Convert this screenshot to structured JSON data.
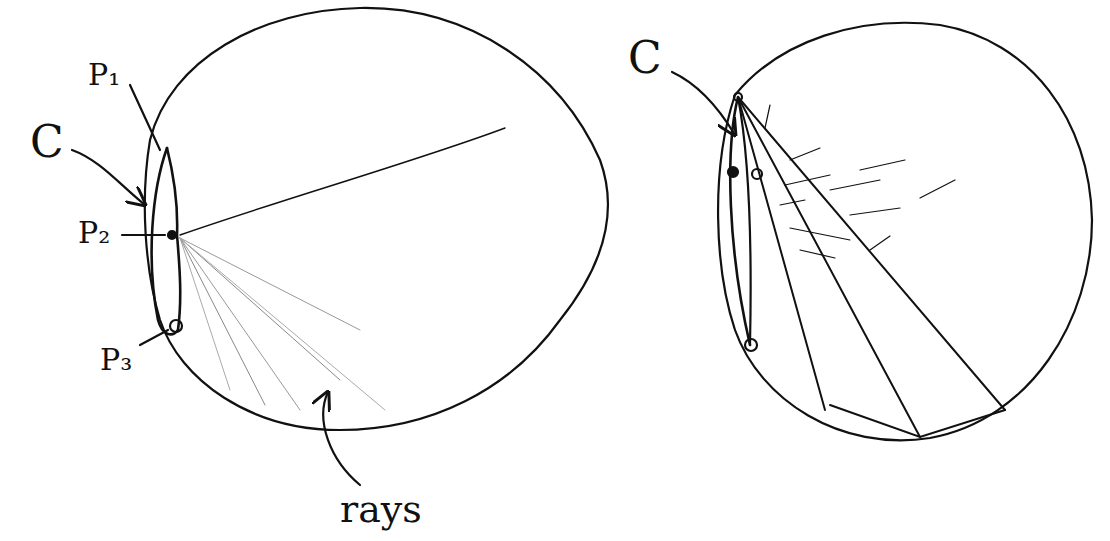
{
  "diagram": {
    "labels": [
      "C",
      "P₁",
      "P₂",
      "P₃",
      "rays",
      "C"
    ]
  }
}
